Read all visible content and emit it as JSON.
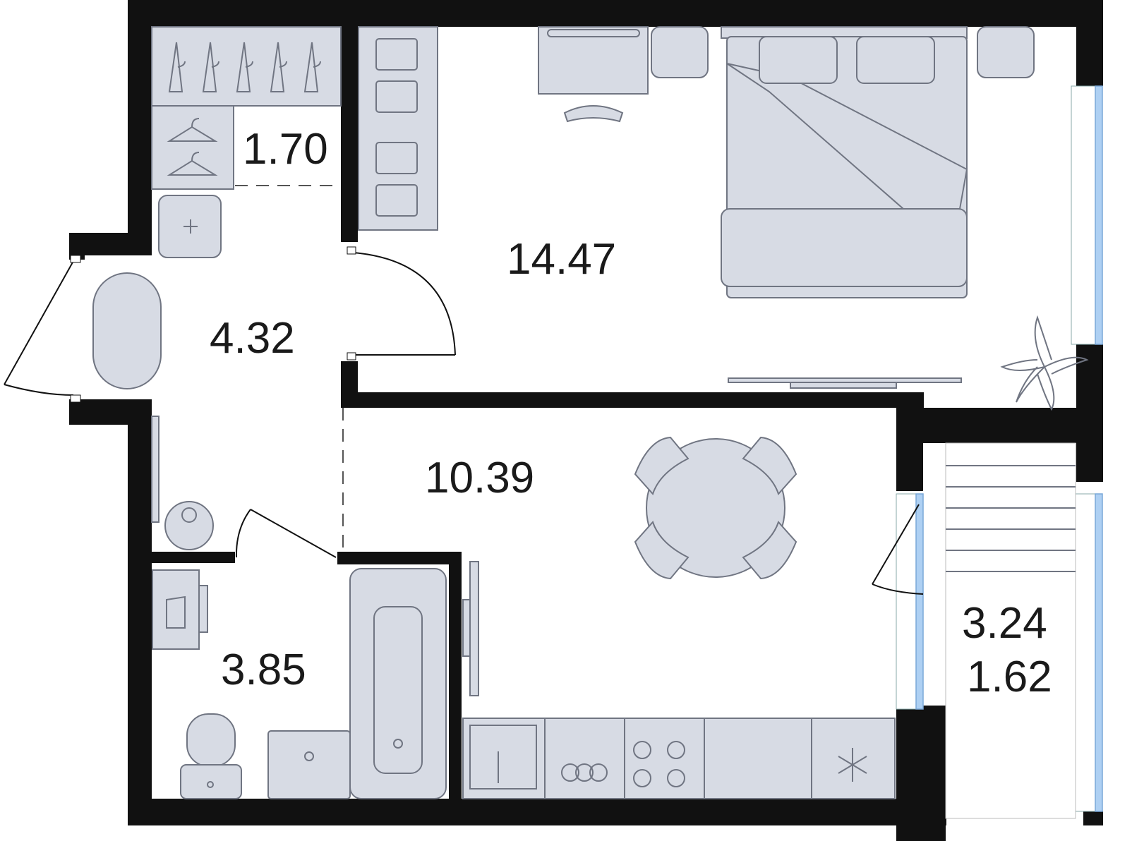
{
  "plan": {
    "rooms": [
      {
        "id": "wardrobe",
        "area": "1.70"
      },
      {
        "id": "hallway",
        "area": "4.32"
      },
      {
        "id": "bedroom",
        "area": "14.47"
      },
      {
        "id": "kitchen",
        "area": "10.39"
      },
      {
        "id": "bathroom",
        "area": "3.85"
      },
      {
        "id": "balcony",
        "area": "3.24"
      },
      {
        "id": "balcony-reduced",
        "area": "1.62"
      }
    ],
    "colors": {
      "wall": "#111111",
      "furniture": "#d7dbe4",
      "stroke": "#707582",
      "glass": "#aed0f3"
    }
  }
}
